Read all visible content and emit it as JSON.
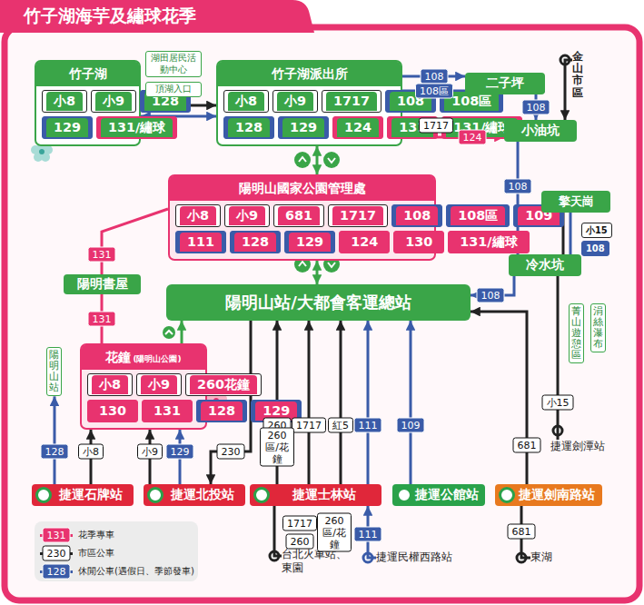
{
  "diagram": {
    "title": "竹子湖海芋及繡球花季",
    "nodes": [
      {
        "text": [
          "竹子湖"
        ]
      },
      {
        "text": [
          "小8"
        ],
        "in": 0
      },
      {
        "text": [
          "小9"
        ],
        "in": 0
      },
      {
        "text": [
          "128"
        ],
        "in": 0
      },
      {
        "text": [
          "129"
        ],
        "in": 0
      },
      {
        "text": [
          "131/繡球"
        ],
        "in": 0
      },
      {
        "text": [
          "湖田居民活動中心"
        ]
      },
      {
        "text": [
          "頂湖入口"
        ]
      },
      {
        "text": [
          "竹子湖派出所"
        ]
      },
      {
        "text": [
          "小8"
        ],
        "in": 8
      },
      {
        "text": [
          "小9"
        ],
        "in": 8
      },
      {
        "text": [
          "1717"
        ],
        "in": 8
      },
      {
        "text": [
          "108"
        ],
        "in": 8
      },
      {
        "text": [
          "108區"
        ],
        "in": 8
      },
      {
        "text": [
          "128"
        ],
        "in": 8
      },
      {
        "text": [
          "129"
        ],
        "in": 8
      },
      {
        "text": [
          "124"
        ],
        "in": 8
      },
      {
        "text": [
          "131"
        ],
        "in": 8
      },
      {
        "text": [
          "131/繡球"
        ],
        "in": 8
      },
      {
        "text": [
          "金山市區"
        ]
      },
      {
        "text": [
          "二子坪"
        ]
      },
      {
        "text": [
          "小油坑"
        ]
      },
      {
        "text": [
          "陽明山國家公園管理處"
        ]
      },
      {
        "text": [
          "小8"
        ],
        "in": 22
      },
      {
        "text": [
          "小9"
        ],
        "in": 22
      },
      {
        "text": [
          "681"
        ],
        "in": 22
      },
      {
        "text": [
          "1717"
        ],
        "in": 22
      },
      {
        "text": [
          "108"
        ],
        "in": 22
      },
      {
        "text": [
          "108區"
        ],
        "in": 22
      },
      {
        "text": [
          "109"
        ],
        "in": 22
      },
      {
        "text": [
          "111"
        ],
        "in": 22
      },
      {
        "text": [
          "128"
        ],
        "in": 22
      },
      {
        "text": [
          "129"
        ],
        "in": 22
      },
      {
        "text": [
          "124"
        ],
        "in": 22
      },
      {
        "text": [
          "130"
        ],
        "in": 22
      },
      {
        "text": [
          "131/繡球"
        ],
        "in": 22
      },
      {
        "text": [
          "擎天崗"
        ]
      },
      {
        "text": [
          "小15"
        ],
        "in": 36
      },
      {
        "text": [
          "108"
        ],
        "in": 36
      },
      {
        "text": [
          "冷水坑"
        ]
      },
      {
        "text": [
          "陽明書屋"
        ]
      },
      {
        "text": [
          "陽明山站/大都會客運總站"
        ]
      },
      {
        "text": [
          "菁山遊憩區"
        ]
      },
      {
        "text": [
          "涓絲瀑布"
        ]
      },
      {
        "text": [
          "陽明山站"
        ]
      },
      {
        "text": [
          "花鐘",
          "(陽明山公園)"
        ]
      },
      {
        "text": [
          "小8"
        ],
        "in": 45
      },
      {
        "text": [
          "小9"
        ],
        "in": 45
      },
      {
        "text": [
          "260花鐘"
        ],
        "in": 45
      },
      {
        "text": [
          "130"
        ],
        "in": 45
      },
      {
        "text": [
          "131"
        ],
        "in": 45
      },
      {
        "text": [
          "128"
        ],
        "in": 45
      },
      {
        "text": [
          "129"
        ],
        "in": 45
      },
      {
        "text": [
          "捷運劍潭站"
        ]
      },
      {
        "text": [
          "捷運石牌站"
        ]
      },
      {
        "text": [
          "捷運北投站"
        ]
      },
      {
        "text": [
          "捷運士林站"
        ]
      },
      {
        "text": [
          "捷運公館站"
        ]
      },
      {
        "text": [
          "捷運劍南路站"
        ]
      },
      {
        "text": [
          "台北火車站、東園"
        ]
      },
      {
        "text": [
          "捷運民權西路站"
        ]
      },
      {
        "text": [
          "東湖"
        ]
      }
    ],
    "edges": [
      {
        "from": 0,
        "to": 8,
        "arrow": "both"
      },
      {
        "from": 0,
        "to": 8,
        "arrow": "both"
      },
      {
        "from": 8,
        "to": 20,
        "label": "108",
        "arrow": "to"
      },
      {
        "from": 20,
        "to": 8,
        "label": "108區",
        "arrow": "to"
      },
      {
        "from": 8,
        "to": 21,
        "label": "1717",
        "arrow": "both"
      },
      {
        "from": 8,
        "to": 21,
        "label": "124",
        "arrow": "to"
      },
      {
        "from": 20,
        "to": 21,
        "label": "108",
        "arrow": "to"
      },
      {
        "from": 19,
        "to": 21,
        "arrow": "to"
      },
      {
        "from": 21,
        "to": 39,
        "label": "108",
        "arrow": "to"
      },
      {
        "from": 36,
        "to": 39,
        "arrow": "none"
      },
      {
        "from": 36,
        "to": 39,
        "arrow": "none"
      },
      {
        "from": 39,
        "to": 41,
        "label": "108",
        "arrow": "to"
      },
      {
        "from": 39,
        "to": 53,
        "label": "小15",
        "arrow": "none"
      },
      {
        "from": 8,
        "to": 22,
        "arrow": "both"
      },
      {
        "from": 22,
        "to": 41,
        "arrow": "both"
      },
      {
        "from": 22,
        "to": 40,
        "label": "131",
        "arrow": "none"
      },
      {
        "from": 40,
        "to": 45,
        "label": "131",
        "arrow": "none"
      },
      {
        "from": 45,
        "to": 41,
        "arrow": "to"
      },
      {
        "from": 54,
        "to": 44,
        "label": "128",
        "arrow": "to"
      },
      {
        "from": 54,
        "to": 45,
        "label": "小8",
        "arrow": "to"
      },
      {
        "from": 55,
        "to": 45,
        "label": "小9",
        "arrow": "to"
      },
      {
        "from": 55,
        "to": 45,
        "label": "129",
        "arrow": "to"
      },
      {
        "from": 41,
        "to": 55,
        "label": "230",
        "arrow": "to"
      },
      {
        "from": 56,
        "to": 41,
        "label": "260",
        "arrow": "to"
      },
      {
        "from": 56,
        "to": 41,
        "label": "1717",
        "arrow": "to"
      },
      {
        "from": 56,
        "to": 41,
        "label": "紅5",
        "arrow": "to"
      },
      {
        "from": 56,
        "to": 41,
        "label": "111",
        "arrow": "to"
      },
      {
        "from": 57,
        "to": 41,
        "label": "109",
        "arrow": "to"
      },
      {
        "from": 58,
        "to": 41,
        "label": "681",
        "arrow": "to"
      },
      {
        "from": 56,
        "to": 59,
        "label": "1717",
        "arrow": "none"
      },
      {
        "from": 60,
        "to": 56,
        "label": "111",
        "arrow": "to"
      },
      {
        "from": 58,
        "to": 61,
        "label": "681",
        "arrow": "none"
      }
    ],
    "labels": [
      "260區/花鐘",
      "260區/花鐘",
      "260",
      "131",
      "230",
      "128"
    ],
    "legend": [
      {
        "text": "花季專車",
        "color": "#e8336f"
      },
      {
        "text": "市區公車",
        "color": "#222222"
      },
      {
        "text": "休閒公車(遇假日、季節發車)",
        "color": "#3a5ba8"
      }
    ]
  }
}
